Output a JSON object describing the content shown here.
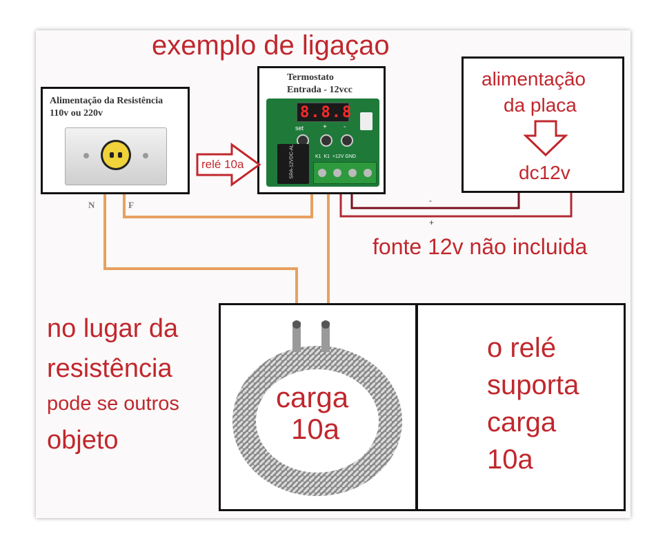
{
  "title": "exemplo de ligaçao",
  "power_box": {
    "line1": "Alimentação da Resistência",
    "line2": "110v ou 220v",
    "wire_n": "N",
    "wire_f": "F"
  },
  "thermostat": {
    "line1": "Termostato",
    "line2": "Entrada - 12vcc",
    "display": "8.8.8",
    "button_set": "set",
    "button_plus": "+",
    "button_minus": "-",
    "relay_text": "SRA-12VDC-AL",
    "terminals": "K1  K1  +12V GND"
  },
  "relay_arrow_label": "relé 10a",
  "supply_box": {
    "line1": "alimentação",
    "line2": "da placa",
    "voltage": "dc12v"
  },
  "polarity": {
    "minus": "-",
    "plus": "+"
  },
  "fonte_note": "fonte 12v não incluida",
  "left_note": {
    "line1": "no lugar da",
    "line2": "resistência",
    "line3": "pode se outros",
    "line4": "objeto"
  },
  "load_box": {
    "line1": "carga",
    "line2": "10a"
  },
  "right_note": {
    "line1": "o relé",
    "line2": "suporta",
    "line3": "carga",
    "line4": "10a"
  },
  "colors": {
    "accent_red": "#c0272d",
    "wire_orange": "#e8a060",
    "wire_dark_red": "#7a1020",
    "wire_red": "#b02a35"
  }
}
